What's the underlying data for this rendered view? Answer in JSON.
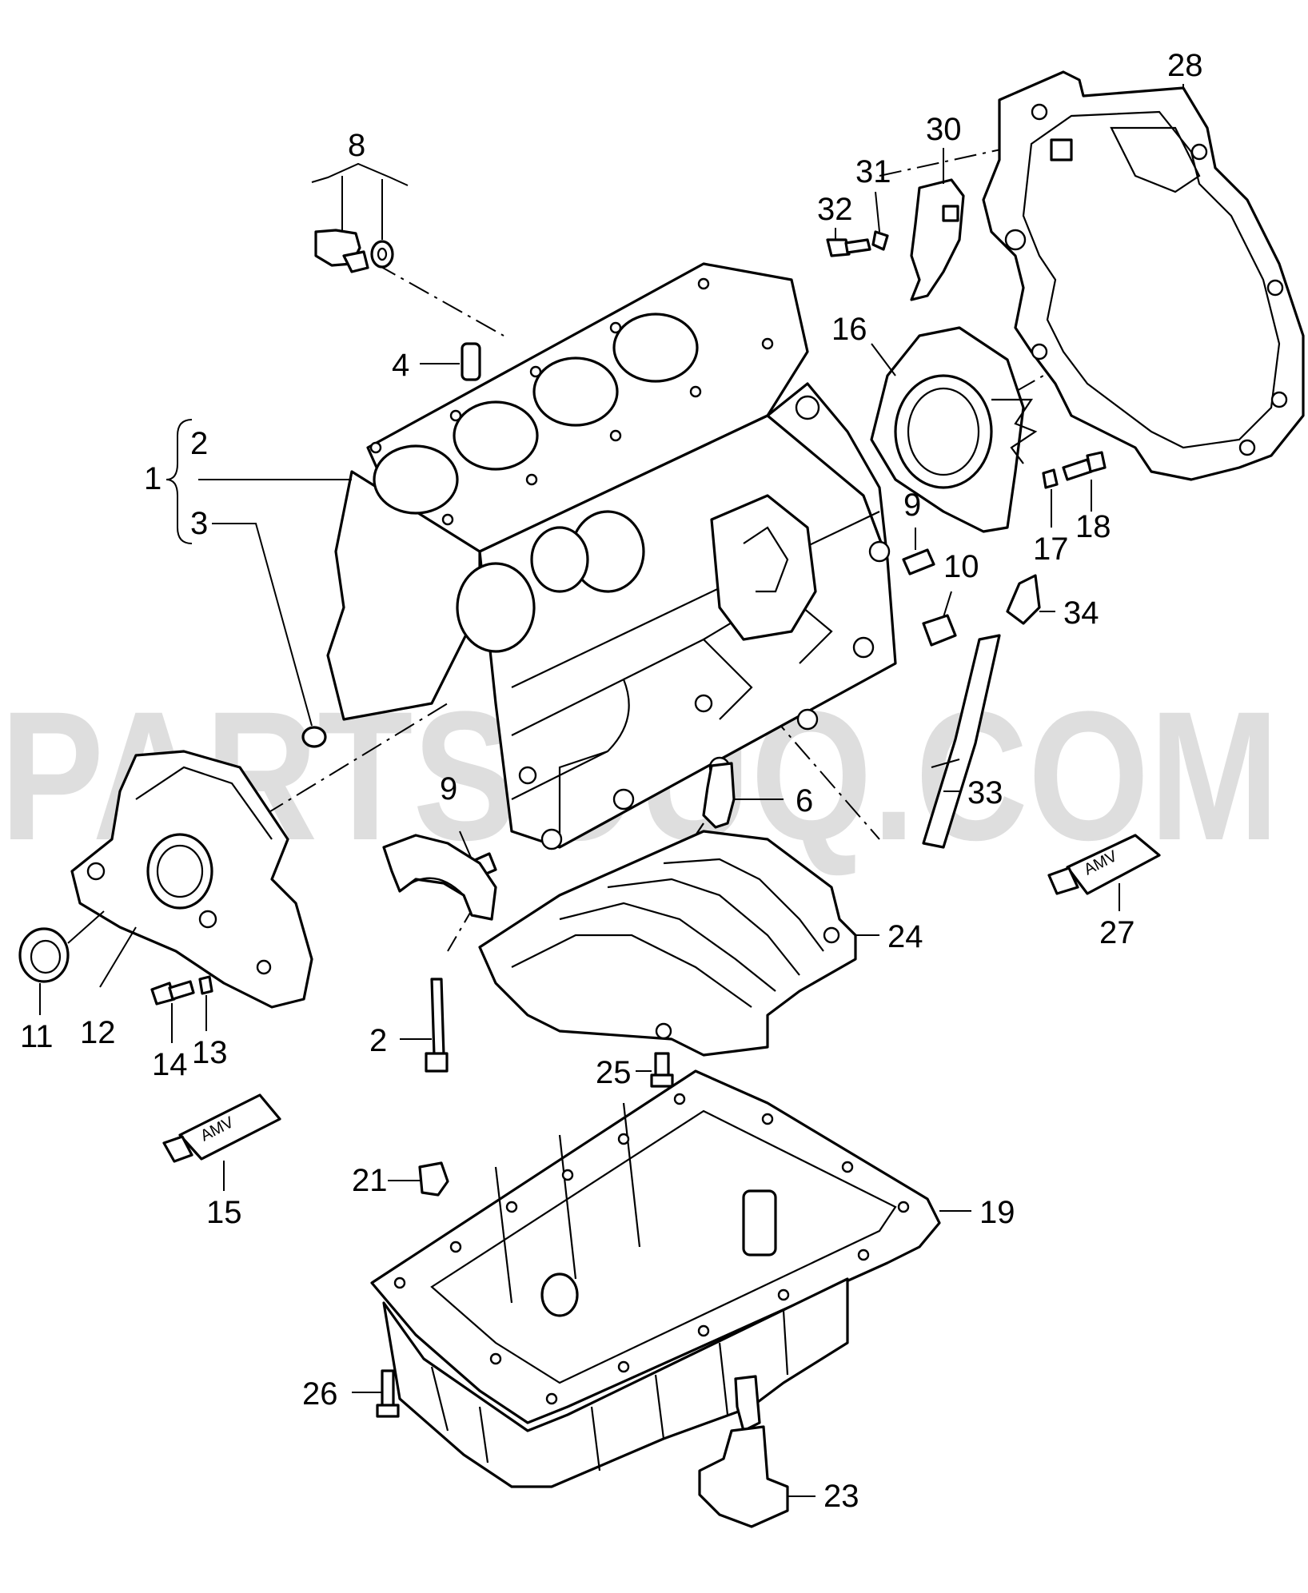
{
  "watermark": "PARTSOUQ.COM",
  "tube_label": "AMV",
  "callouts": [
    "1",
    "2",
    "3",
    "4",
    "6",
    "8",
    "9",
    "10",
    "11",
    "12",
    "13",
    "14",
    "15",
    "16",
    "17",
    "18",
    "19",
    "21",
    "23",
    "24",
    "25",
    "26",
    "27",
    "28",
    "30",
    "31",
    "32",
    "33",
    "34"
  ],
  "callout_2b": "2",
  "callout_9b": "9",
  "colors": {
    "line": "#000000",
    "background": "#ffffff",
    "watermark": "#d9d9d9"
  }
}
